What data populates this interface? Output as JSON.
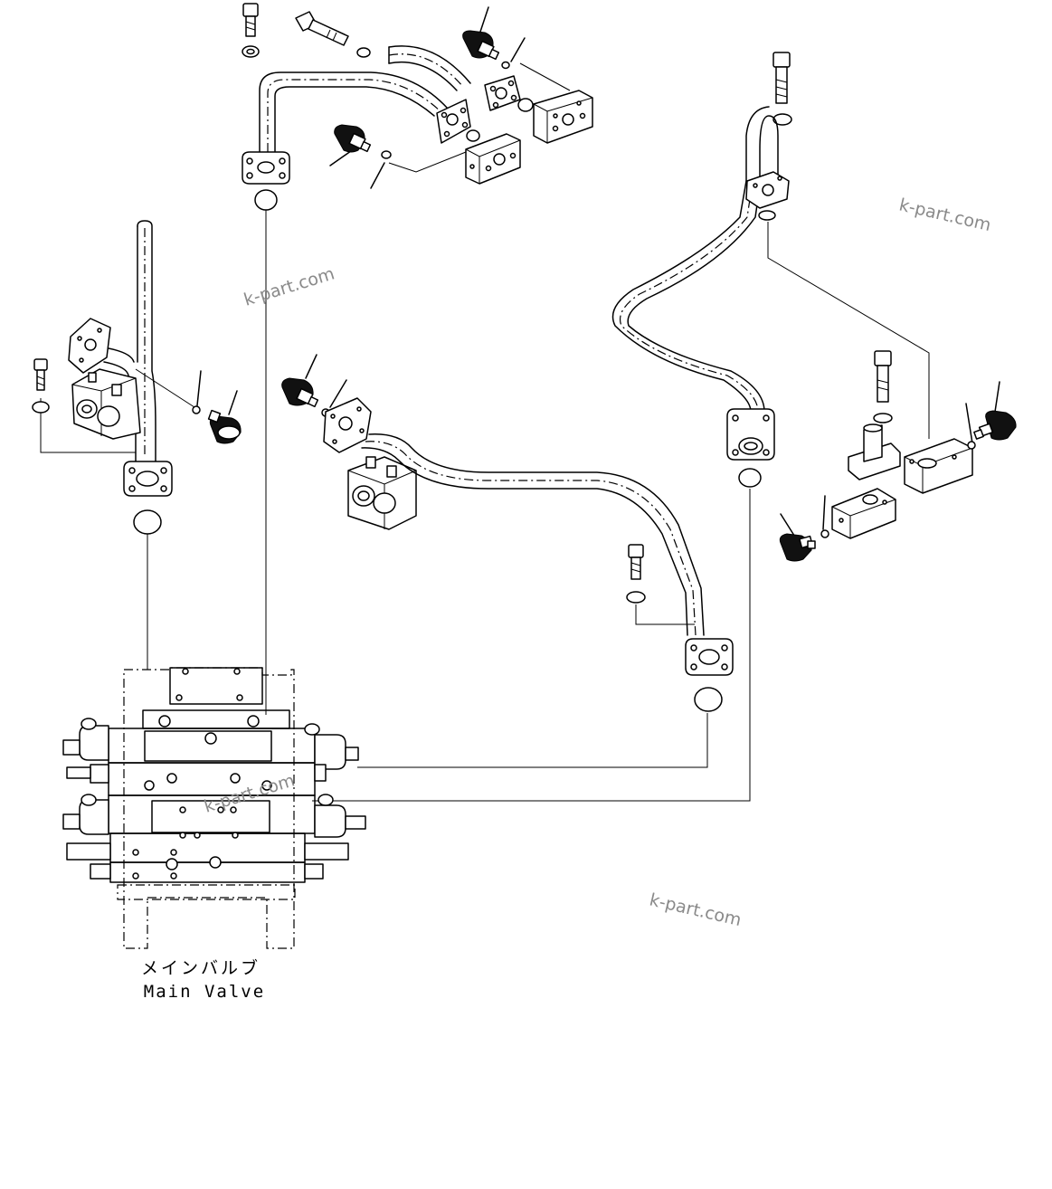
{
  "labels": {
    "main_valve_jp": "メインバルブ",
    "main_valve_en": "Main Valve"
  },
  "watermarks": [
    "k-part.com",
    "k-part.com",
    "k-part.com",
    "k-part.com"
  ]
}
